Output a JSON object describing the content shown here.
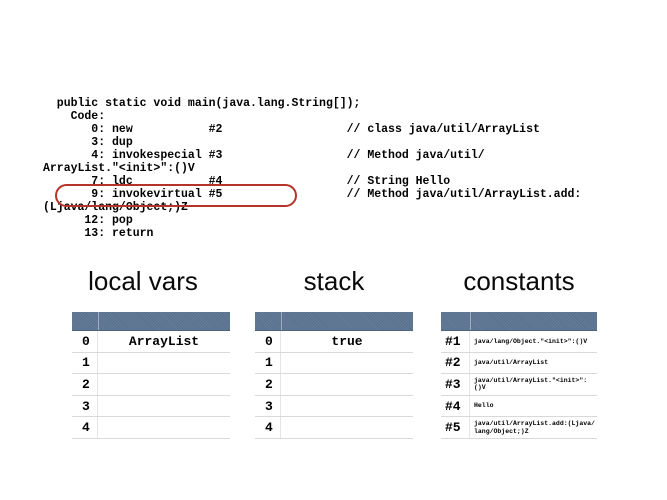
{
  "slide": {
    "code": {
      "lines": [
        "  public static void main(java.lang.String[]);",
        "    Code:",
        "       0: new           #2                  // class java/util/ArrayList",
        "       3: dup",
        "       4: invokespecial #3                  // Method java/util/",
        "ArrayList.\"<init>\":()V",
        "       7: ldc           #4                  // String Hello",
        "       9: invokevirtual #5                  // Method java/util/ArrayList.add:",
        "(Ljava/lang/Object;)Z",
        "      12: pop",
        "      13: return"
      ],
      "highlighted_line": "9: invokevirtual #5"
    },
    "highlight_color": "#b5342a",
    "table_header_color": "#5d7694",
    "sections": [
      {
        "title": "local vars",
        "rows": [
          {
            "index": "0",
            "value": "ArrayList"
          },
          {
            "index": "1",
            "value": ""
          },
          {
            "index": "2",
            "value": ""
          },
          {
            "index": "3",
            "value": ""
          },
          {
            "index": "4",
            "value": ""
          }
        ]
      },
      {
        "title": "stack",
        "rows": [
          {
            "index": "0",
            "value": "true"
          },
          {
            "index": "1",
            "value": ""
          },
          {
            "index": "2",
            "value": ""
          },
          {
            "index": "3",
            "value": ""
          },
          {
            "index": "4",
            "value": ""
          }
        ]
      },
      {
        "title": "constants",
        "rows": [
          {
            "index": "#1",
            "value": "java/lang/Object.\"<init>\":()V"
          },
          {
            "index": "#2",
            "value": "java/util/ArrayList"
          },
          {
            "index": "#3",
            "value": "java/util/ArrayList.\"<init>\":\n()V"
          },
          {
            "index": "#4",
            "value": "Hello"
          },
          {
            "index": "#5",
            "value": "java/util/ArrayList.add:(Ljava/\nlang/Object;)Z"
          }
        ]
      }
    ]
  }
}
